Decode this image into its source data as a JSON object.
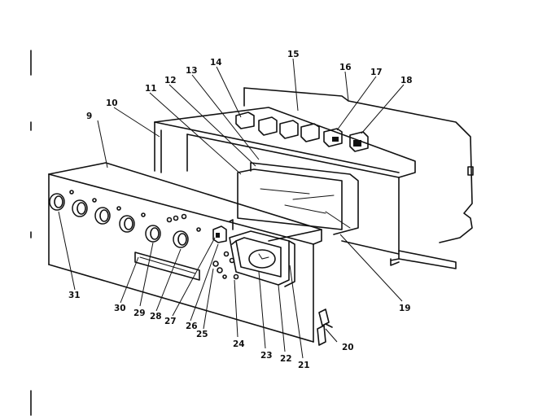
{
  "diagram": {
    "part_labels": [
      "9",
      "10",
      "11",
      "12",
      "13",
      "14",
      "15",
      "16",
      "17",
      "18",
      "19",
      "20",
      "21",
      "22",
      "23",
      "24",
      "25",
      "26",
      "27",
      "28",
      "29",
      "30",
      "31"
    ]
  }
}
